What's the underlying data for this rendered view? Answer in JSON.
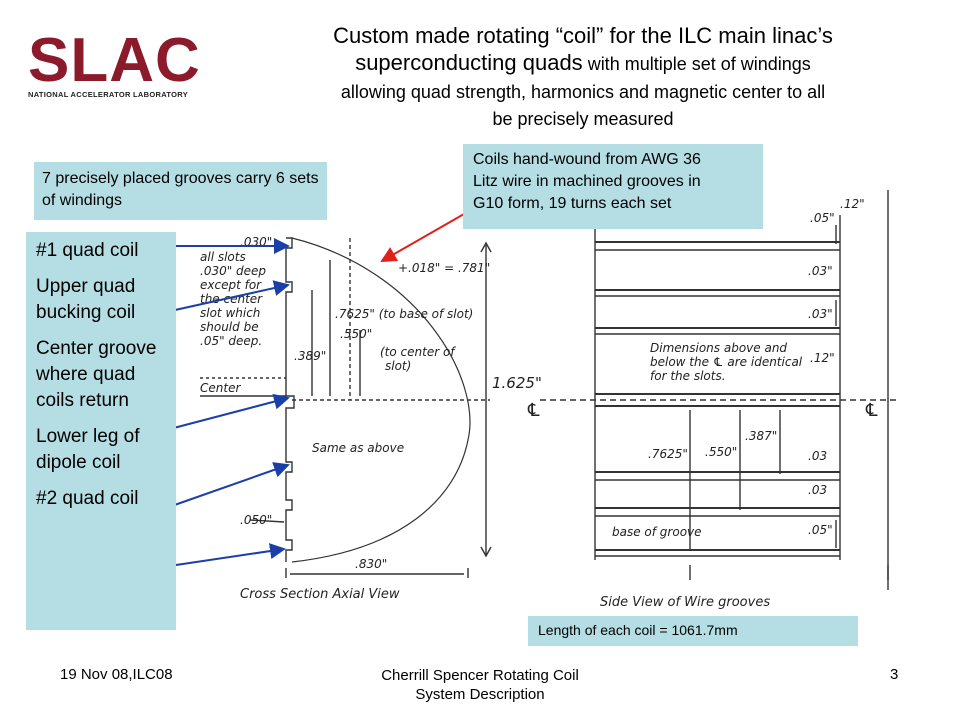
{
  "logo": {
    "word": "SLAC",
    "subtitle": "NATIONAL ACCELERATOR LABORATORY",
    "color": "#8b1a2b"
  },
  "title": {
    "line1": "Custom made rotating “coil” for the ILC main linac’s",
    "line2_big": "superconducting quads",
    "line2_small": " with multiple set of windings",
    "line3": "allowing quad strength, harmonics and magnetic center to all",
    "line4": "be precisely measured"
  },
  "callouts": {
    "grooves": "7 precisely placed grooves carry 6 sets of windings",
    "coils_line1": "Coils hand-wound from AWG 36",
    "coils_line2": "Litz wire in machined grooves in",
    "coils_line3": "G10 form, 19 turns each set",
    "length": "Length of each coil = 1061.7mm"
  },
  "labels": [
    "#1 quad coil",
    "Upper quad bucking coil",
    "Center groove where quad coils return",
    "Lower leg of dipole coil",
    "#2 quad coil"
  ],
  "drawing_left": {
    "d030": ".030\"",
    "note1": "all slots",
    "note2": ".030\" deep",
    "note3": "except for",
    "note4": "the center",
    "note5": "slot which",
    "note6": "should be",
    "note7": ".05\" deep.",
    "d018": "+.018\" = .781\"",
    "d7625": ".7625\" (to base of slot)",
    "d550": ".550\"",
    "d389": ".389\"",
    "to_center1": "(to center of",
    "to_center2": "slot)",
    "center": "Center",
    "same": "Same as above",
    "d1625": "1.625\"",
    "d050": ".050\"",
    "d830": ".830\"",
    "caption": "Cross Section  Axial View"
  },
  "drawing_right": {
    "d05": ".05\"",
    "d12a": ".12\"",
    "d03a": ".03\"",
    "d03b": ".03\"",
    "dims1": "Dimensions above and",
    "dims2": "below the ℄ are identical",
    "dims3": "for the slots.",
    "d12b": ".12\"",
    "d387": ".387\"",
    "d7625": ".7625\"",
    "d550": ".550\"",
    "d03c": ".03",
    "d03d": ".03",
    "d05b": ".05\"",
    "base": "base of groove",
    "caption": "Side View of Wire grooves"
  },
  "footer": {
    "date": "19 Nov 08,ILC08",
    "center_line1": "Cherrill Spencer Rotating Coil",
    "center_line2": "System Description",
    "page": "3"
  },
  "colors": {
    "callout_bg": "#b4dde4",
    "arrow_blue": "#1a3fa8",
    "arrow_red": "#e0201a"
  }
}
